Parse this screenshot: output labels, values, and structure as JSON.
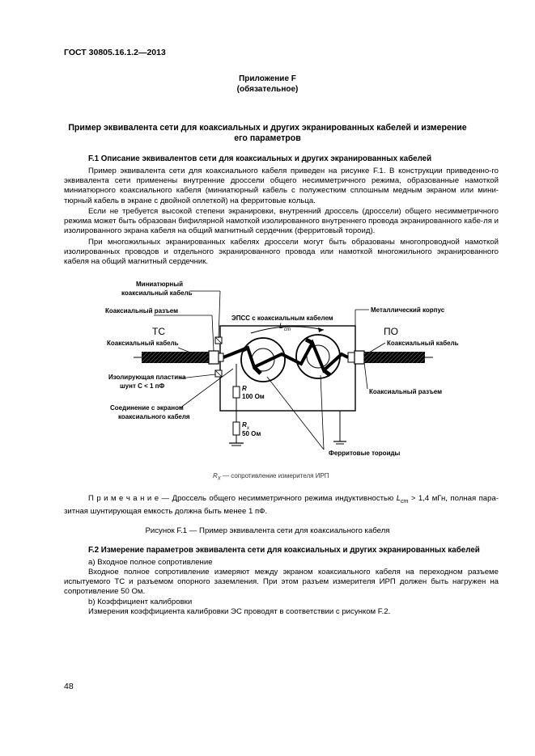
{
  "header": {
    "doc_code": "ГОСТ 30805.16.1.2—2013"
  },
  "appendix": {
    "title": "Приложение F",
    "status": "(обязательное)"
  },
  "main_title": {
    "line1": "Пример эквивалента сети для коаксиальных и других экранированных кабелей и измерение",
    "line2": "его параметров"
  },
  "section_f1": {
    "heading": "F.1 Описание эквивалентов сети для коаксиальных и других экранированных кабелей",
    "p1": "Пример эквивалента сети для коаксиального кабеля приведен на рисунке F.1. В конструкции приведенно-го эквивалента сети применены внутренние дроссели общего несимметричного режима, образованные намоткой миниатюрного коаксиального кабеля (миниатюрный кабель с полужестким сплошным медным экраном или мини-тюрный кабель в экране с двойной оплеткой) на ферритовые кольца.",
    "p2": "Если не требуется высокой степени экранировки, внутренний дроссель (дроссели) общего несимметричного режима может быть образован бифилярной намоткой изолированного внутреннего провода экранированного кабе-ля и изолированного экрана кабеля на общий магнитный сердечник (ферритовый тороид).",
    "p3": "При многожильных экранированных кабелях дроссели могут быть образованы многопроводной намоткой изолированных проводов и отдельного экранированного провода или намоткой многожильного экранированного кабеля на общий магнитный сердечник."
  },
  "figure": {
    "labels": {
      "mini_cable_1": "Миниатюрный",
      "mini_cable_2": "коаксиальный кабель",
      "coax_connector_left": "Коаксиальный разъем",
      "tc": "ТС",
      "coax_cable_left": "Коаксиальный кабель",
      "insulating_plate_1": "Изолирующая пластина",
      "insulating_plate_2": "шунт С < 1 пФ",
      "shield_connection_1": "Соединение с экраном",
      "shield_connection_2": "коаксиального кабеля",
      "box_title": "ЭПСС с коаксиальным кабелем",
      "lcm": "L",
      "lcm_sub": "cm",
      "metal_case": "Металлический корпус",
      "po": "ПО",
      "coax_cable_right": "Коаксиальный кабель",
      "coax_connector_right": "Коаксиальный разъем",
      "r_label": "R",
      "r_value": "100 Ом",
      "rx_label": "R",
      "rx_sub": "x",
      "rx_value": "50 Ом",
      "ferrite": "Ферритовые тороиды"
    },
    "legend_symbol": "R",
    "legend_sub": "X",
    "legend_text": " — сопротивление измерителя ИРП"
  },
  "note": {
    "label": "П р и м е ч а н и е",
    "text_before": " — Дроссель общего несимметричного режима индуктивностью ",
    "l_symbol": "L",
    "l_sub": "cm",
    "text_after": " > 1,4 мГн, полная пара-зитная шунтирующая емкость должна быть менее 1 пФ."
  },
  "caption": "Рисунок F.1 — Пример эквивалента сети для коаксиального кабеля",
  "section_f2": {
    "heading": "F.2 Измерение параметров эквивалента сети для коаксиальных и других экранированных кабелей",
    "a": "а) Входное полное сопротивление",
    "a_text": "Входное полное сопротивление измеряют между экраном коаксиального кабеля на переходном разъеме испытуемого ТС и разъемом опорного заземления. При этом разъем измерителя ИРП должен быть нагружен на сопротивление 50 Ом.",
    "b": "b) Коэффициент калибровки",
    "b_text": "Измерения коэффициента калибровки ЭС проводят в соответствии с рисунком F.2."
  },
  "footer": {
    "page_number": "48"
  }
}
